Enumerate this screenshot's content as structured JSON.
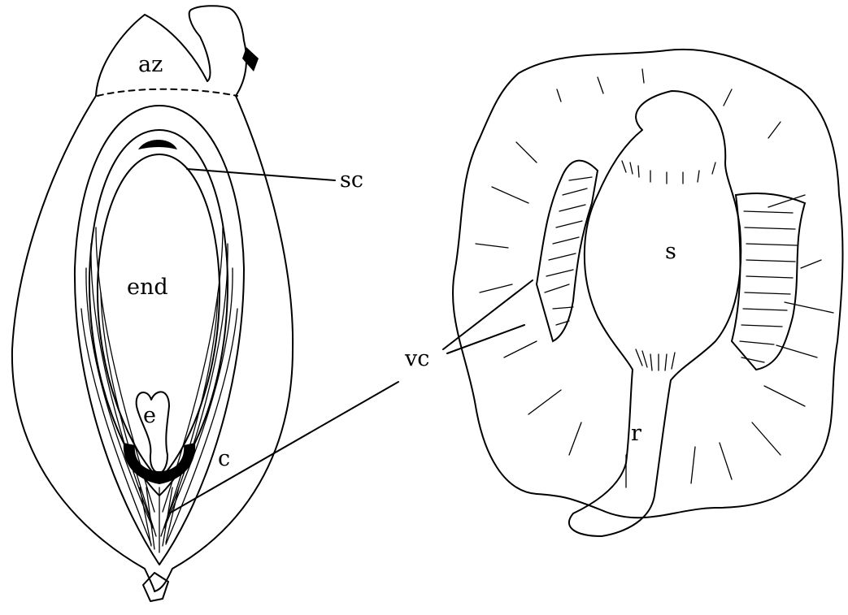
{
  "figure": {
    "labels": {
      "az": "az",
      "sc": "sc",
      "end": "end",
      "e": "e",
      "c": "c",
      "vc": "vc",
      "s": "s",
      "r": "r"
    },
    "colors": {
      "ink": "#000000",
      "background": "#ffffff"
    }
  }
}
